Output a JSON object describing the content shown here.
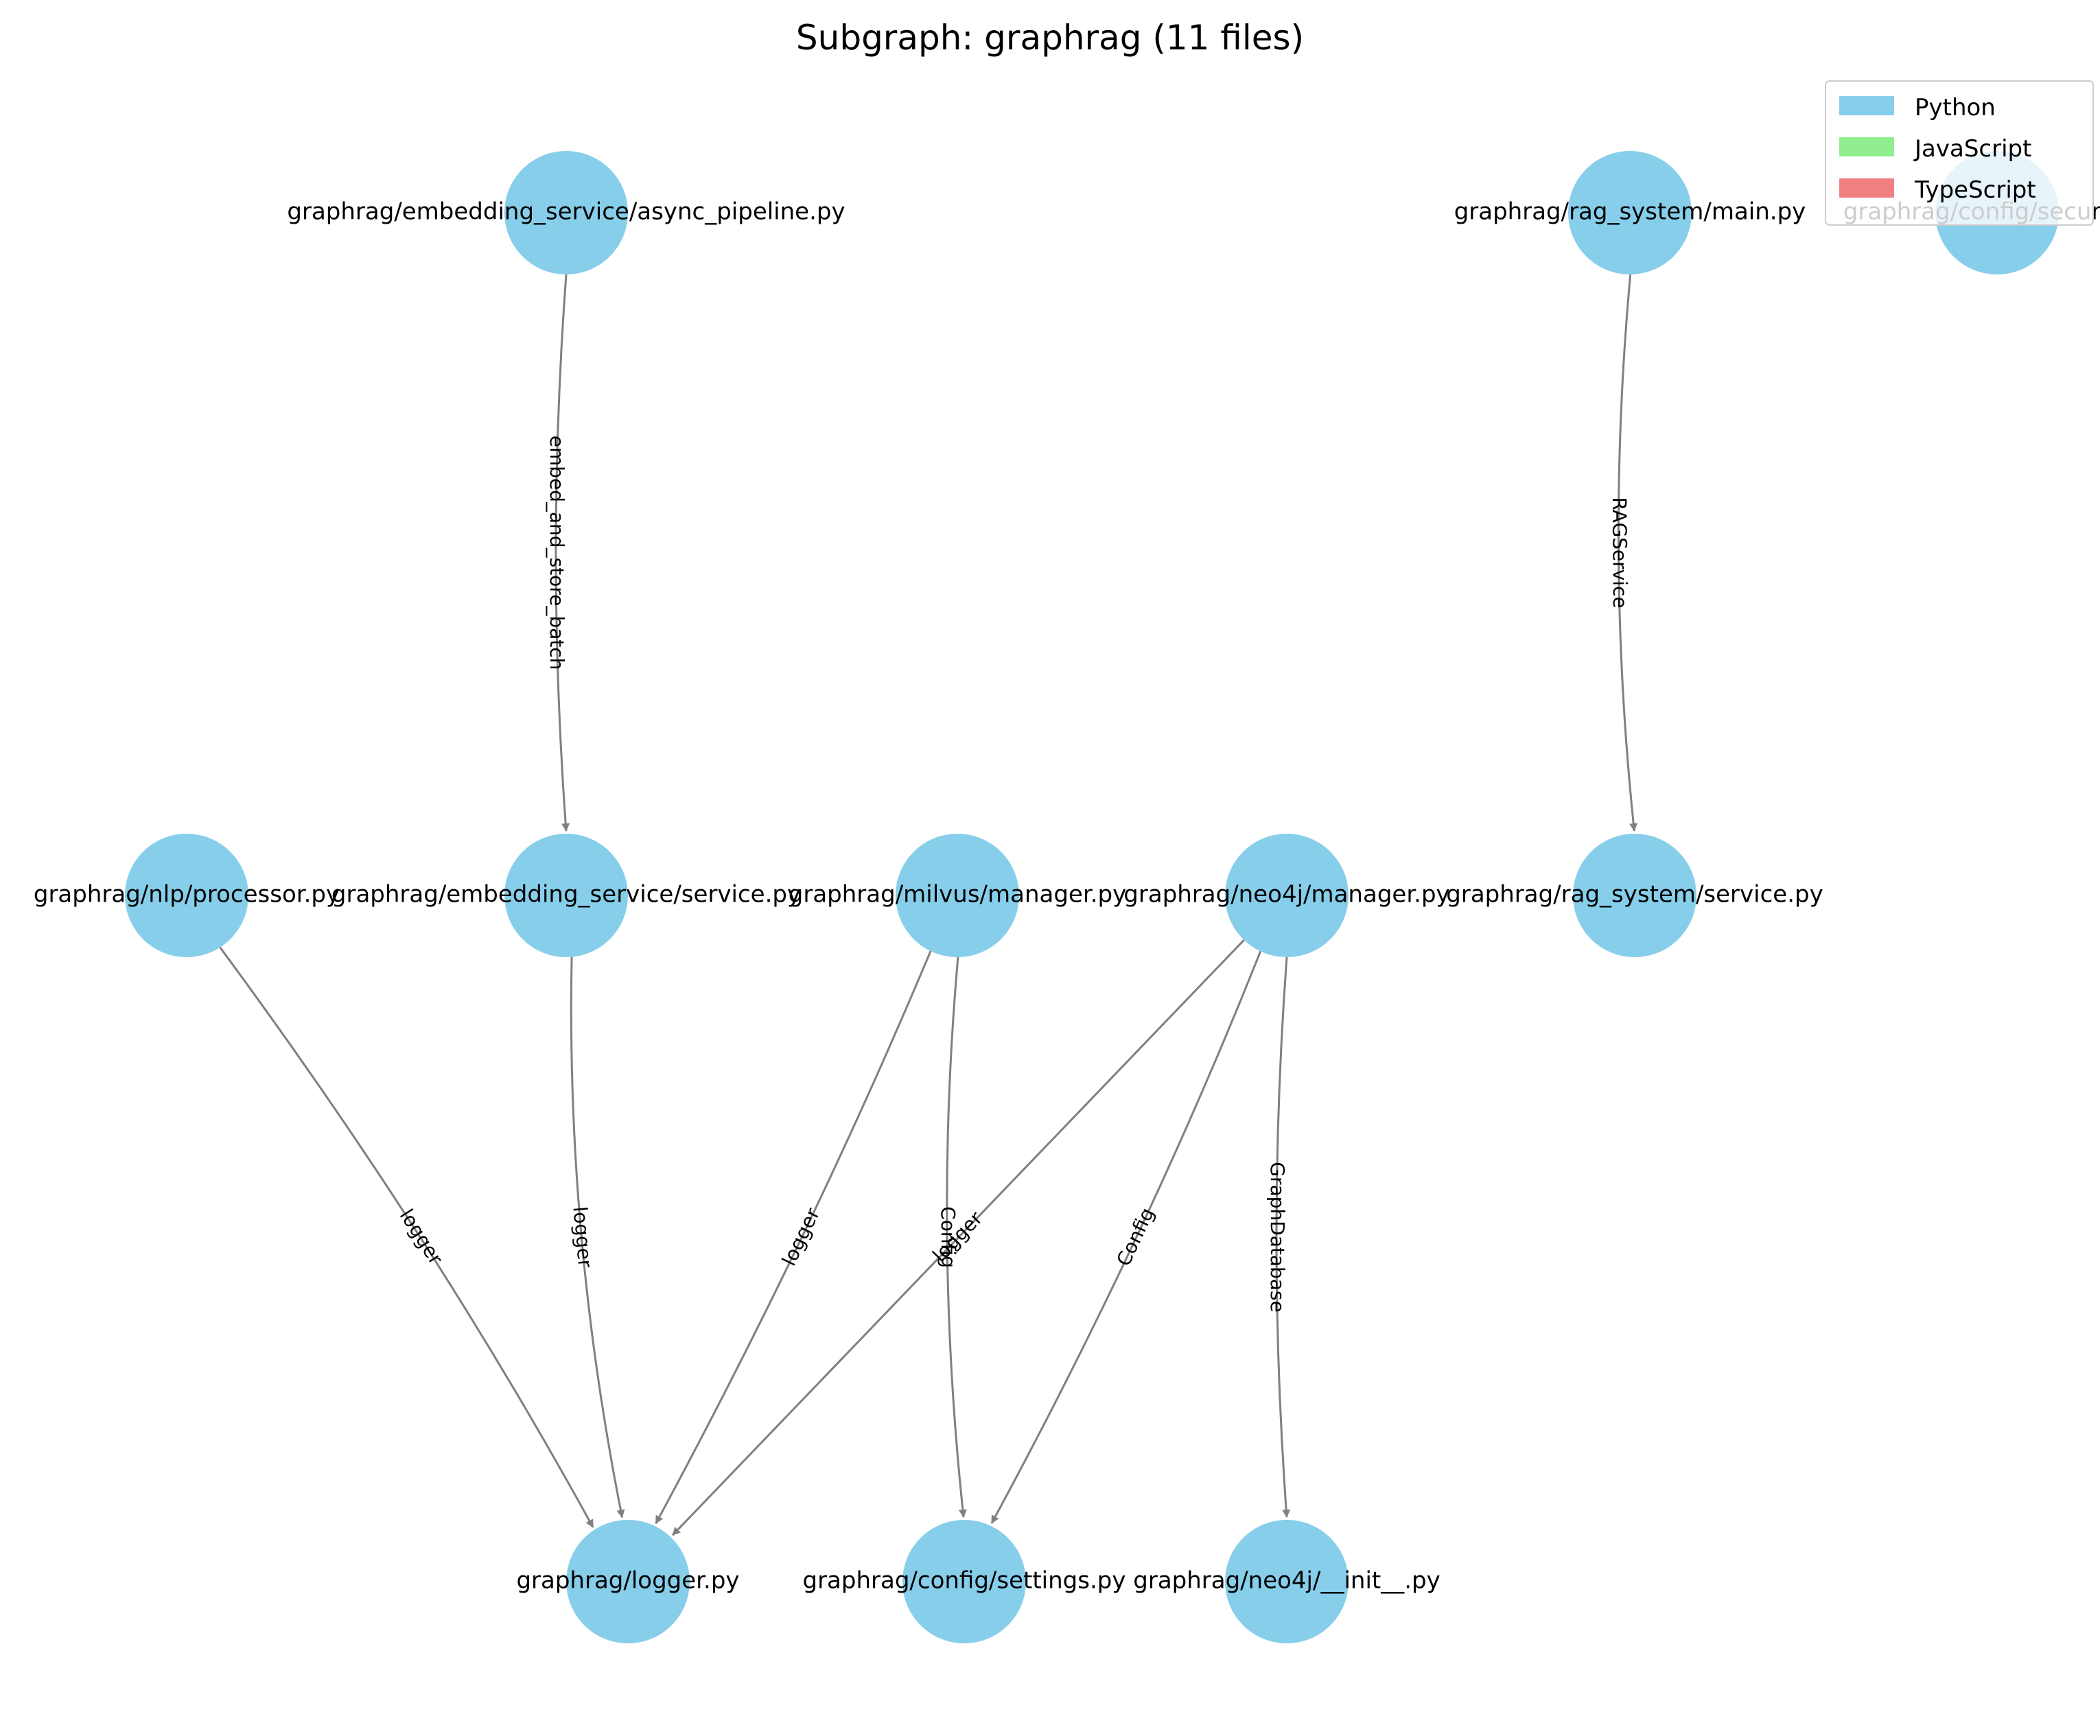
{
  "title": "Subgraph: graphrag (11 files)",
  "colors": {
    "node": "#87CEEB",
    "edge": "#808080",
    "python": "#87CEEB",
    "javascript": "#90EE90",
    "typescript": "#F08080"
  },
  "legend": {
    "placement": "top-right",
    "items": [
      {
        "label": "Python",
        "color": "#87CEEB"
      },
      {
        "label": "JavaScript",
        "color": "#90EE90"
      },
      {
        "label": "TypeScript",
        "color": "#F08080"
      }
    ]
  },
  "nodes": [
    {
      "id": "async_pipeline",
      "label": "graphrag/embedding_service/async_pipeline.py"
    },
    {
      "id": "rag_main",
      "label": "graphrag/rag_system/main.py"
    },
    {
      "id": "secure",
      "label": "graphrag/config/secure.py"
    },
    {
      "id": "nlp",
      "label": "graphrag/nlp/processor.py"
    },
    {
      "id": "emb_service",
      "label": "graphrag/embedding_service/service.py"
    },
    {
      "id": "milvus",
      "label": "graphrag/milvus/manager.py"
    },
    {
      "id": "neo4j",
      "label": "graphrag/neo4j/manager.py"
    },
    {
      "id": "rag_service",
      "label": "graphrag/rag_system/service.py"
    },
    {
      "id": "logger",
      "label": "graphrag/logger.py"
    },
    {
      "id": "settings",
      "label": "graphrag/config/settings.py"
    },
    {
      "id": "neo4j_init",
      "label": "graphrag/neo4j/__init__.py"
    }
  ],
  "edges": [
    {
      "from": "async_pipeline",
      "to": "emb_service",
      "label": "embed_and_store_batch"
    },
    {
      "from": "rag_main",
      "to": "rag_service",
      "label": "RAGService"
    },
    {
      "from": "nlp",
      "to": "logger",
      "label": "logger"
    },
    {
      "from": "emb_service",
      "to": "logger",
      "label": "logger"
    },
    {
      "from": "milvus",
      "to": "logger",
      "label": "logger"
    },
    {
      "from": "milvus",
      "to": "settings",
      "label": "Config"
    },
    {
      "from": "neo4j",
      "to": "logger",
      "label": "logger"
    },
    {
      "from": "neo4j",
      "to": "settings",
      "label": "Config"
    },
    {
      "from": "neo4j",
      "to": "neo4j_init",
      "label": "GraphDatabase"
    }
  ]
}
